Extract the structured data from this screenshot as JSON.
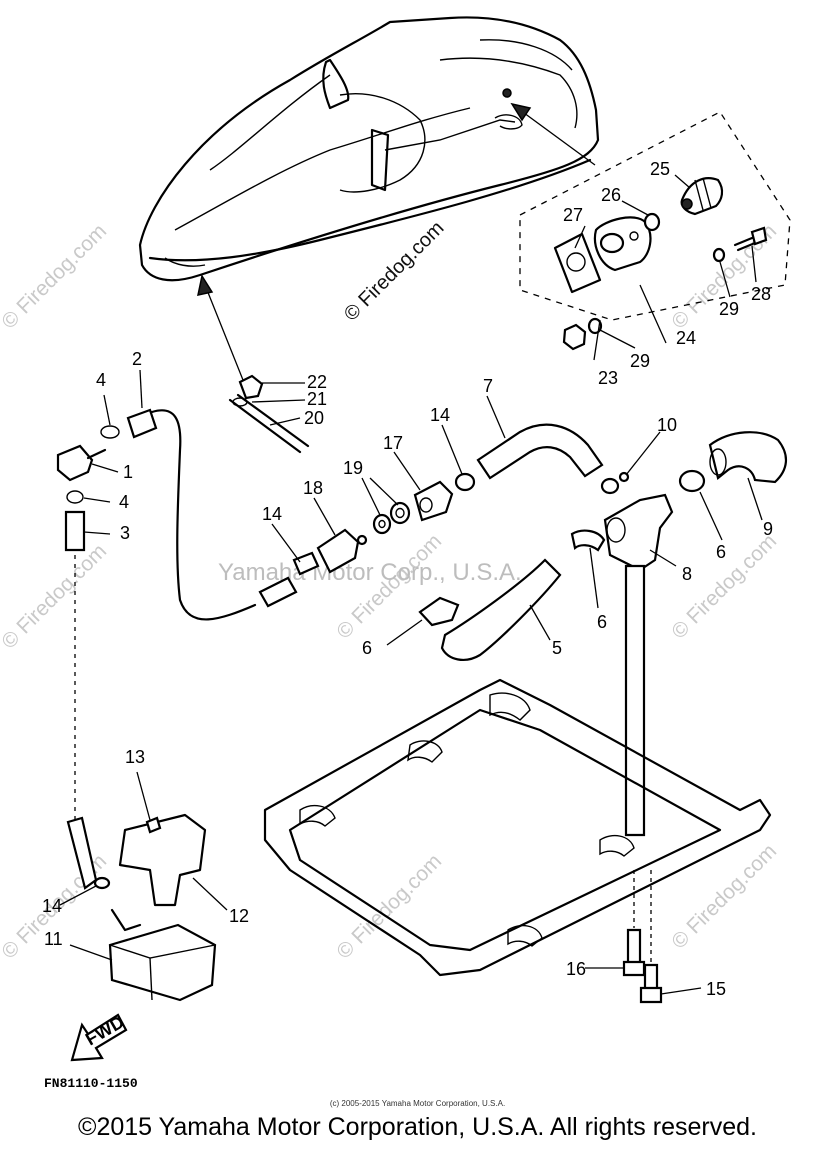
{
  "diagram_code": "FN81110-1150",
  "copyright_small": "(c) 2005-2015 Yamaha Motor Corporation, U.S.A.",
  "copyright_main": "©2015 Yamaha Motor Corporation, U.S.A. All rights reserved.",
  "watermark_center": "Yamaha Motor Corp., U.S.A.",
  "watermark_site": "© Firedog.com",
  "fwd_label": "FWD",
  "callouts": {
    "c1": "1",
    "c2": "2",
    "c3": "3",
    "c4a": "4",
    "c4b": "4",
    "c5": "5",
    "c6a": "6",
    "c6b": "6",
    "c6c": "6",
    "c7": "7",
    "c8": "8",
    "c9": "9",
    "c10": "10",
    "c11": "11",
    "c12": "12",
    "c13": "13",
    "c14a": "14",
    "c14b": "14",
    "c14c": "14",
    "c15": "15",
    "c16": "16",
    "c17": "17",
    "c18": "18",
    "c19": "19",
    "c20": "20",
    "c21": "21",
    "c22": "22",
    "c23": "23",
    "c24": "24",
    "c25": "25",
    "c26": "26",
    "c27": "27",
    "c28": "28",
    "c29a": "29",
    "c29b": "29"
  }
}
